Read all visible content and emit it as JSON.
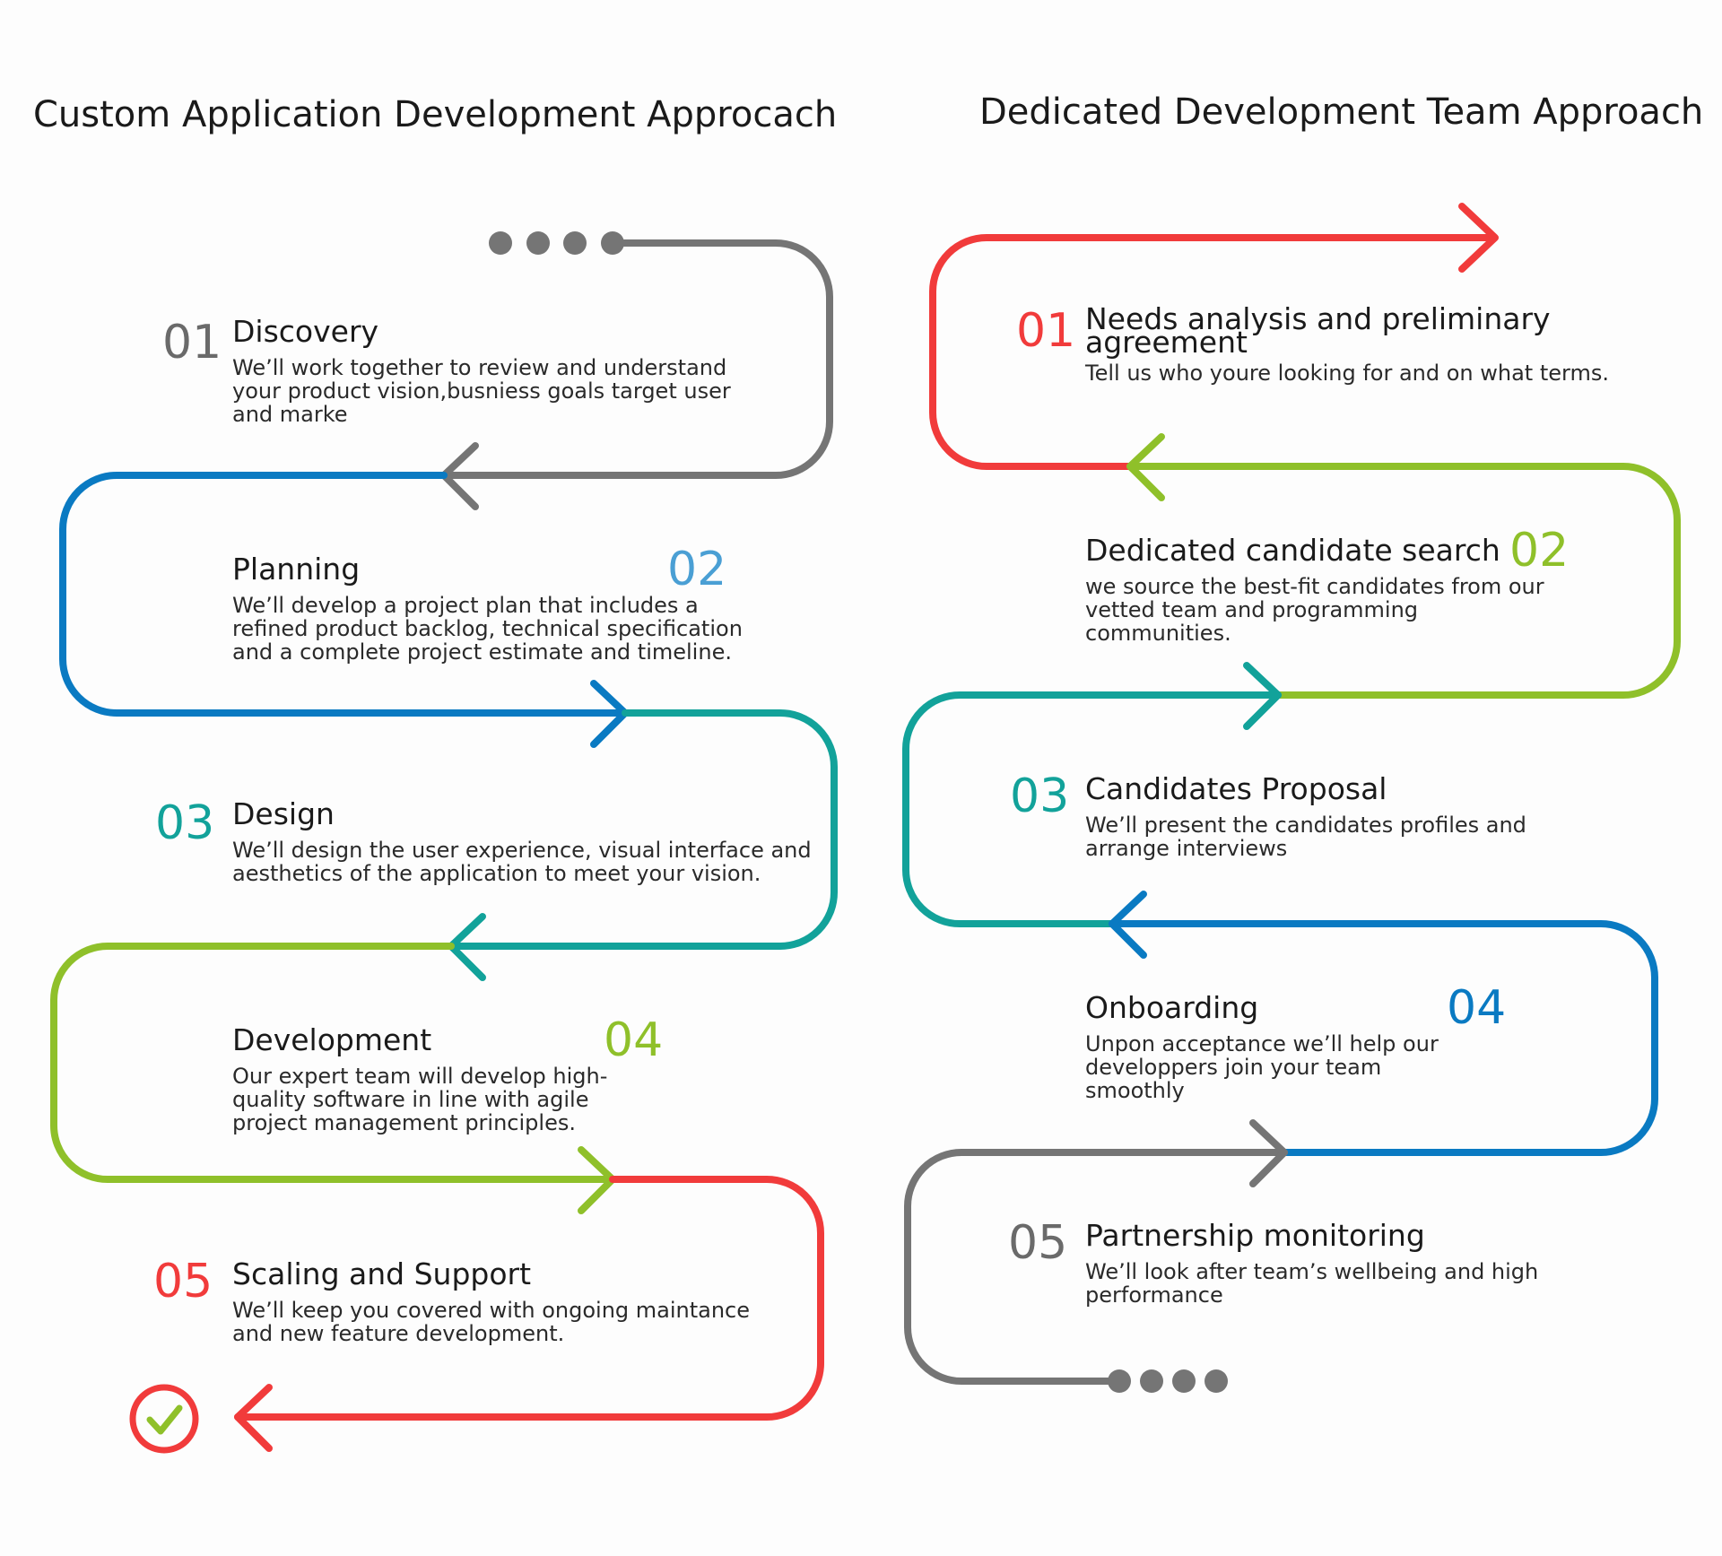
{
  "colors": {
    "gray": "#757575",
    "blue": "#0a7ac2",
    "teal": "#12a29a",
    "green": "#8fc02a",
    "red": "#f13b3b",
    "num_gray": "#6a6a6a",
    "num_blue": "#4a9fd4"
  },
  "left": {
    "title": "Custom Application Development Approcach",
    "steps": [
      {
        "num": "01",
        "title": "Discovery",
        "desc": "We’ll work together to review and understand your product vision,busniess goals target user and marke"
      },
      {
        "num": "02",
        "title": "Planning",
        "desc": "We’ll develop a project plan that includes a refined product backlog, technical specification and a complete project estimate and timeline."
      },
      {
        "num": "03",
        "title": "Design",
        "desc": "We’ll design the user experience, visual interface and aesthetics of the application to meet your vision."
      },
      {
        "num": "04",
        "title": "Development",
        "desc": "Our expert team will develop high-quality software in line with agile project management principles."
      },
      {
        "num": "05",
        "title": "Scaling and Support",
        "desc": "We’ll keep you covered with ongoing maintance and new feature development."
      }
    ],
    "end_icon": "check-circle-icon"
  },
  "right": {
    "title": "Dedicated Development Team Approach",
    "steps": [
      {
        "num": "01",
        "title": "Needs analysis and preliminary agreement",
        "desc": "Tell us who youre looking for and on what terms."
      },
      {
        "num": "02",
        "title": "Dedicated candidate search",
        "desc": "we source the best-fit candidates from our vetted team and programming communities."
      },
      {
        "num": "03",
        "title": "Candidates Proposal",
        "desc": "We’ll present the candidates profiles and arrange interviews"
      },
      {
        "num": "04",
        "title": "Onboarding",
        "desc": "Unpon acceptance we’ll help our developpers join your team smoothly"
      },
      {
        "num": "05",
        "title": "Partnership monitoring",
        "desc": "We’ll look after team’s wellbeing and high performance"
      }
    ]
  }
}
